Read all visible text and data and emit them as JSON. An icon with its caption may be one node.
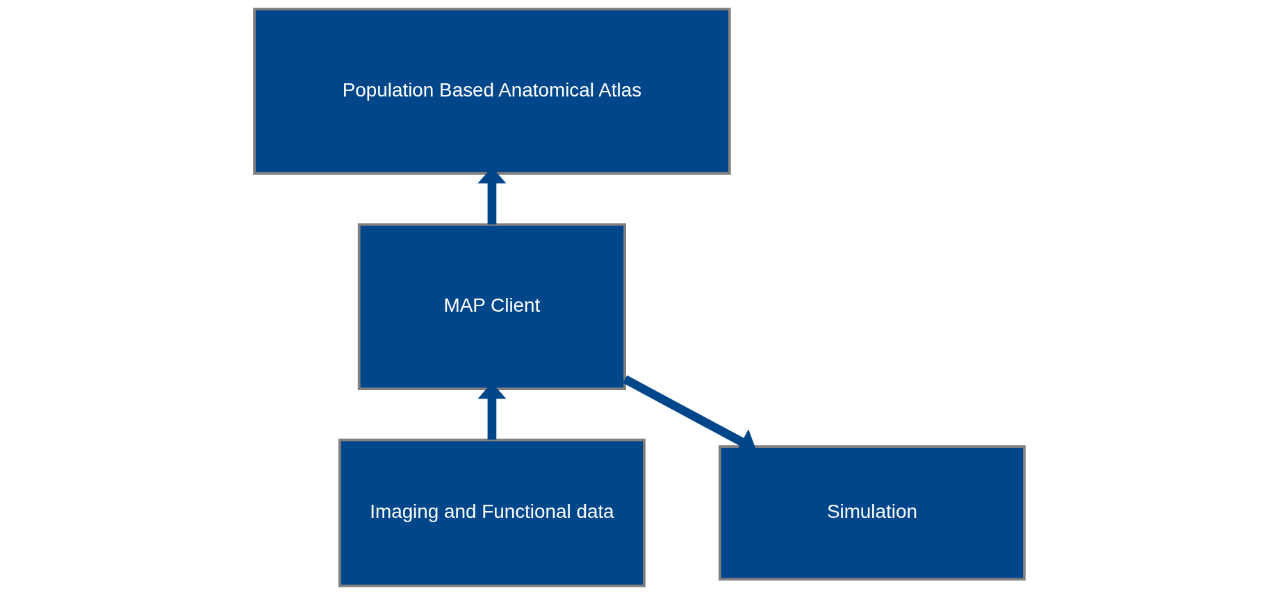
{
  "diagram": {
    "nodes": [
      {
        "text": [
          "Population Based Anatomical Atlas"
        ]
      },
      {
        "text": [
          "Imaging and Functional data"
        ]
      },
      {
        "text": [
          "MAP Client"
        ]
      },
      {
        "text": [
          "Simulation"
        ]
      }
    ],
    "edges": [
      {
        "from": 1,
        "to": 2,
        "arrow": "to"
      },
      {
        "from": 2,
        "to": 0,
        "arrow": "to"
      },
      {
        "from": 2,
        "to": 3,
        "arrow": "to"
      }
    ]
  }
}
